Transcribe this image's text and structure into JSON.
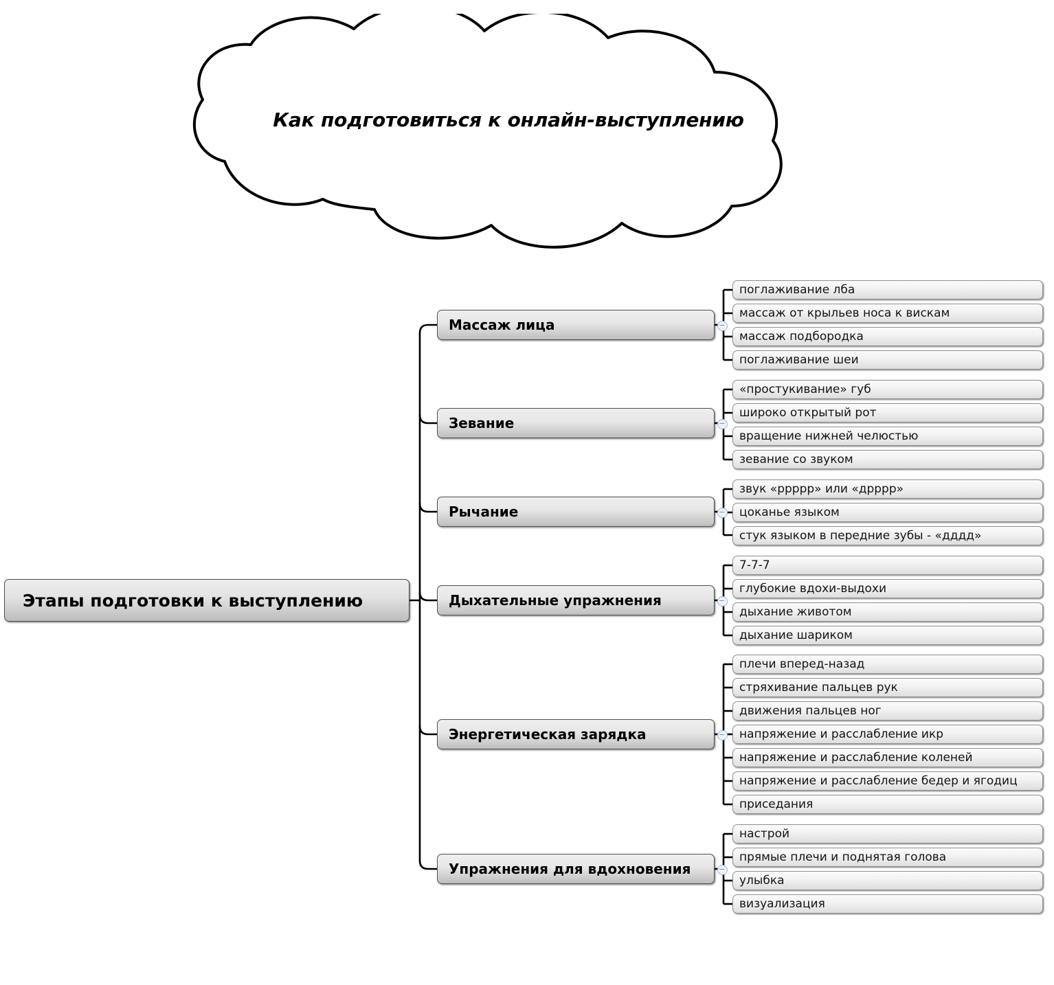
{
  "cloud": {
    "title": "Как подготовиться к онлайн-выступлению",
    "shape": "cloud-callout"
  },
  "root": {
    "label": "Этапы подготовки к выступлению"
  },
  "branches": [
    {
      "label": "Массаж лица",
      "collapse_icon": "minus-circle-icon",
      "leaves": [
        "поглаживание лба",
        "массаж от крыльев носа к вискам",
        "массаж подбородка",
        "поглаживание шеи"
      ]
    },
    {
      "label": "Зевание",
      "collapse_icon": "minus-circle-icon",
      "leaves": [
        "«простукивание» губ",
        "широко открытый рот",
        "вращение нижней челюстью",
        "зевание со звуком"
      ]
    },
    {
      "label": "Рычание",
      "collapse_icon": "minus-circle-icon",
      "leaves": [
        "звук «ррррр» или «дрррр»",
        "цоканье языком",
        "стук языком в передние зубы - «дддд»"
      ]
    },
    {
      "label": "Дыхательные упражнения",
      "collapse_icon": "minus-circle-icon",
      "leaves": [
        "7-7-7",
        "глубокие вдохи-выдохи",
        "дыхание животом",
        "дыхание шариком"
      ]
    },
    {
      "label": "Энергетическая зарядка",
      "collapse_icon": "minus-circle-icon",
      "leaves": [
        "плечи вперед-назад",
        "стряхивание пальцев рук",
        "движения пальцев ног",
        "напряжение и расслабление икр",
        "напряжение и расслабление коленей",
        "напряжение и расслабление бедер и ягодиц",
        "приседания"
      ]
    },
    {
      "label": "Упражнения для вдохновения",
      "collapse_icon": "minus-circle-icon",
      "leaves": [
        "настрой",
        "прямые плечи и поднятая голова",
        "улыбка",
        "визуализация"
      ]
    }
  ],
  "colors": {
    "background": "#ffffff",
    "outline": "#000000",
    "node_border": "#4f4f4f",
    "leaf_border": "#8f8f8f",
    "toggle_accent": "#9fb6d6"
  }
}
